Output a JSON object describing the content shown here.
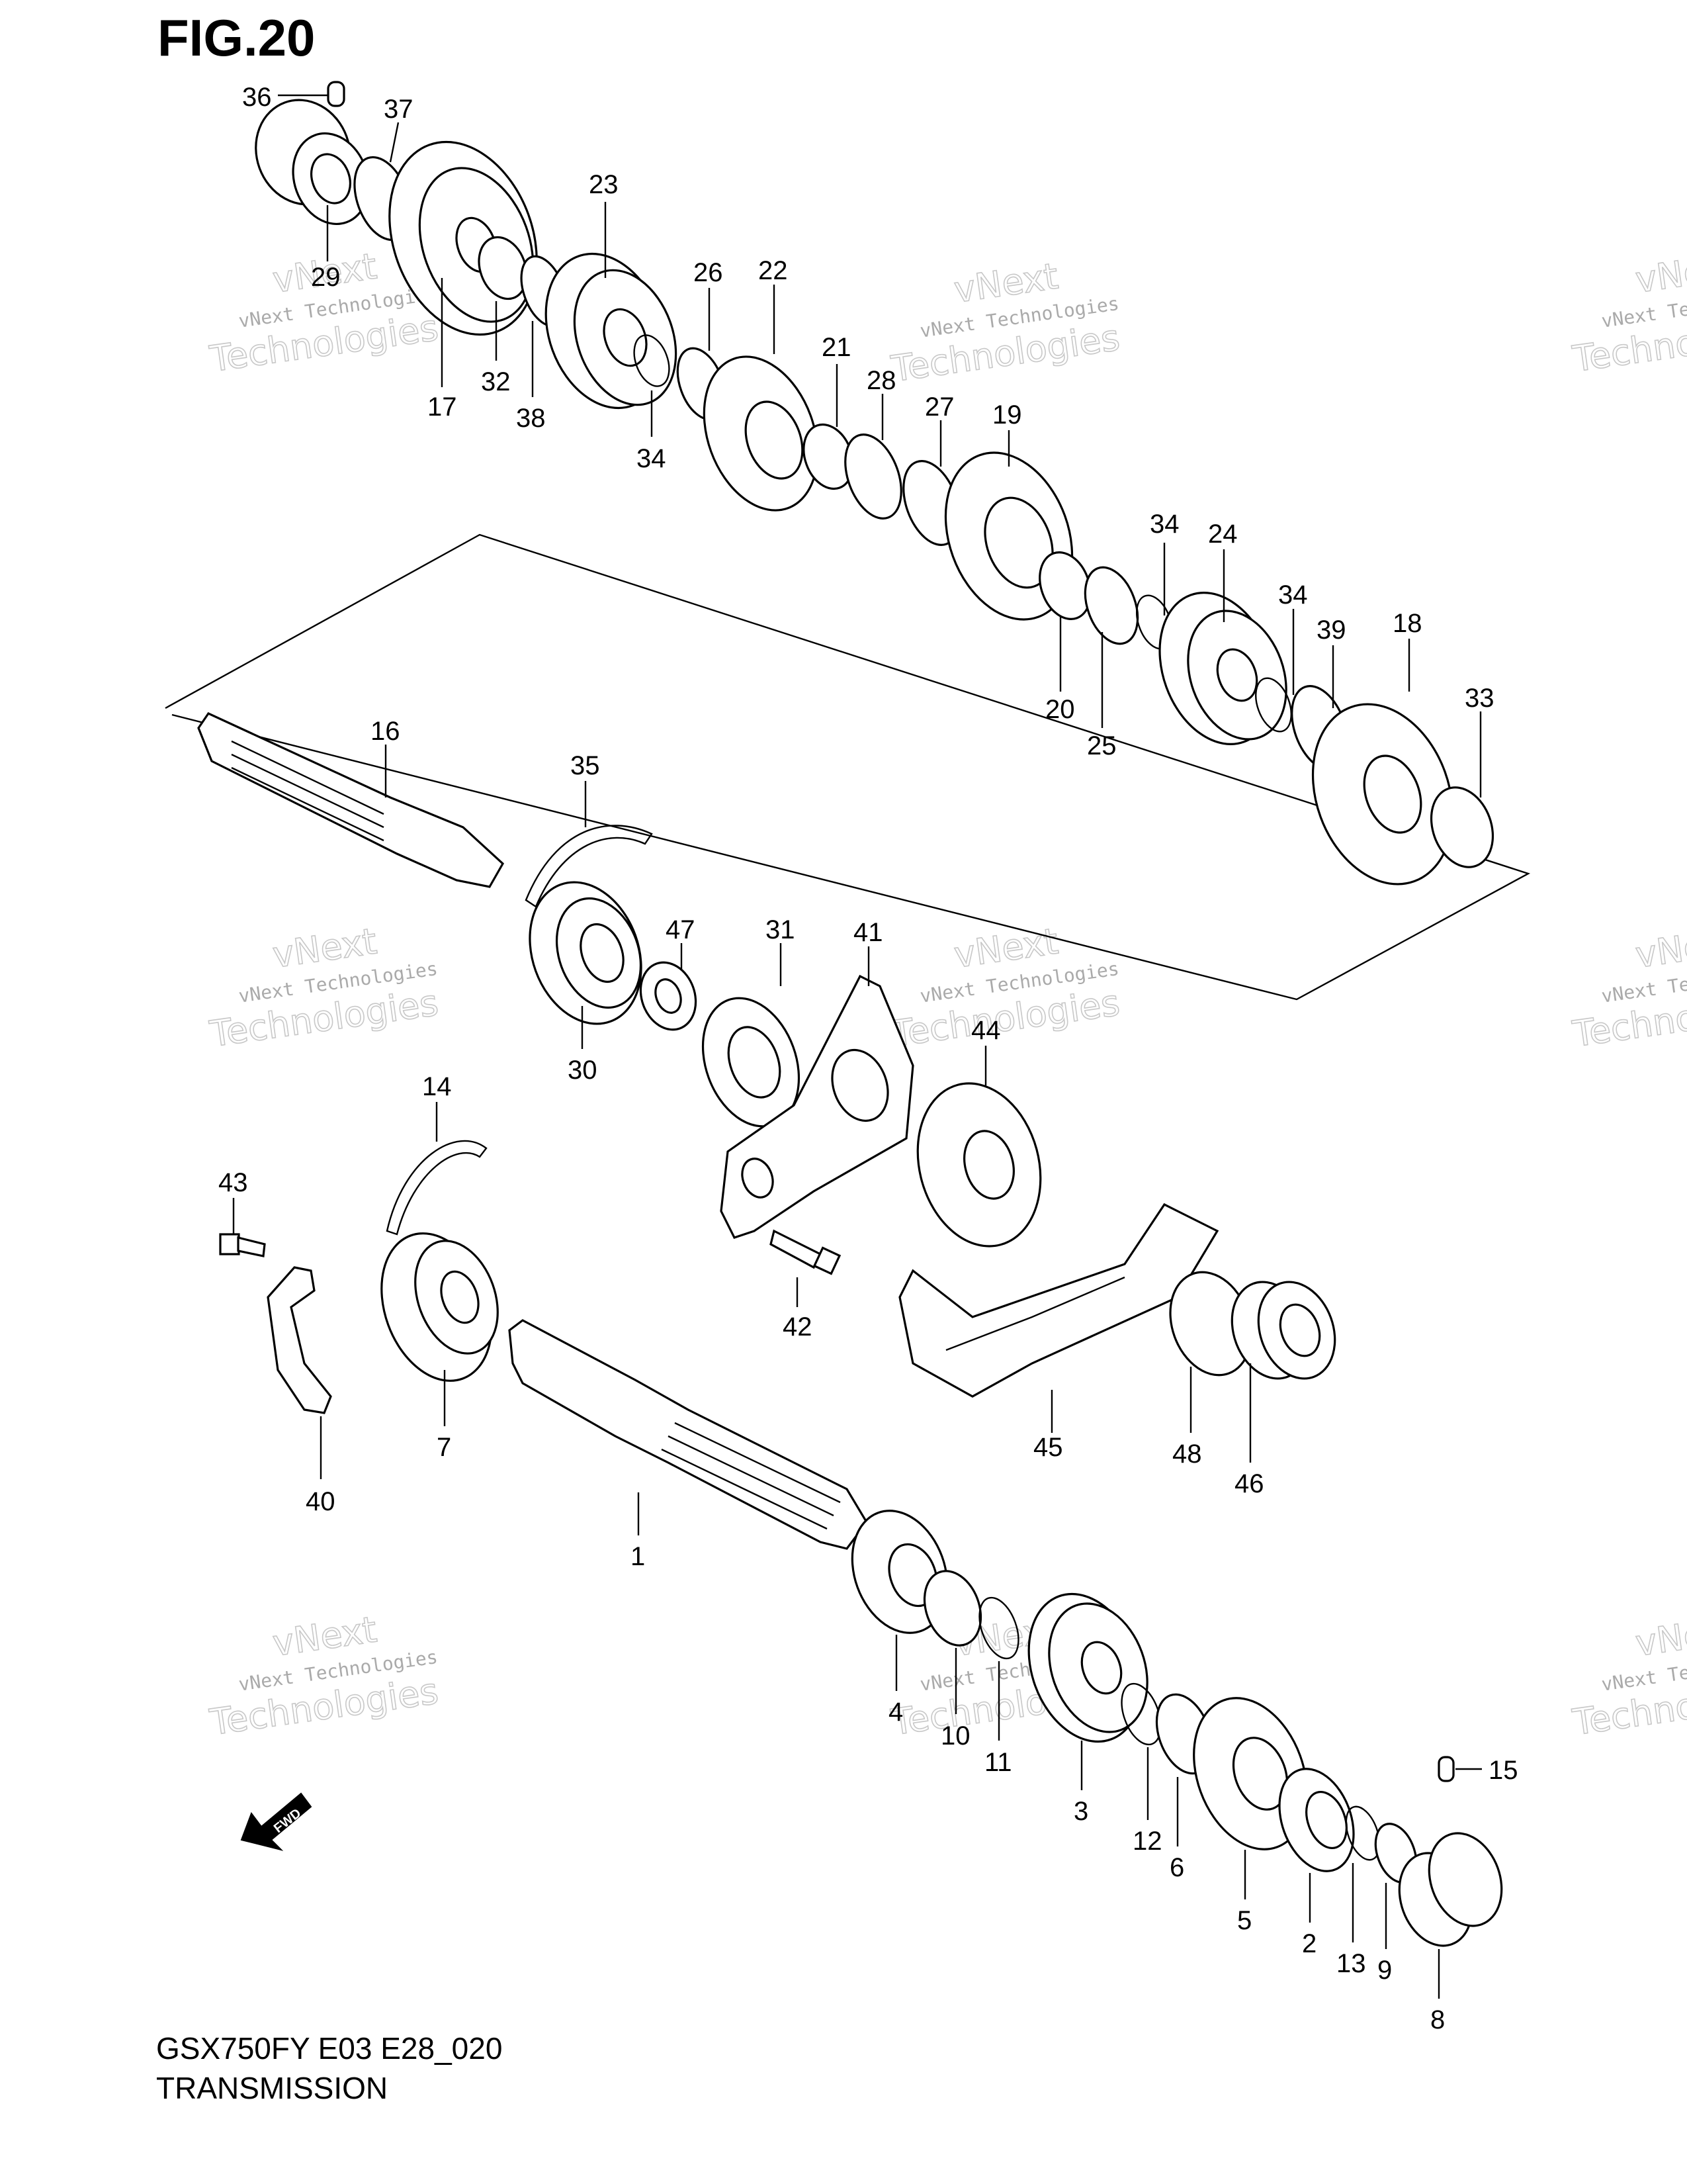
{
  "figure": {
    "title": "FIG.20"
  },
  "footer": {
    "model_code": "GSX750FY E03 E28_020",
    "section": "TRANSMISSION"
  },
  "watermark": {
    "line1": "vNext Technologies",
    "line2": "vNext",
    "line3": "Technologies"
  },
  "fwd_arrow": {
    "label": "FWD"
  },
  "callouts": [
    "1",
    "2",
    "3",
    "4",
    "5",
    "6",
    "7",
    "8",
    "9",
    "10",
    "11",
    "12",
    "13",
    "14",
    "15",
    "16",
    "17",
    "18",
    "19",
    "20",
    "21",
    "22",
    "23",
    "24",
    "25",
    "26",
    "27",
    "28",
    "29",
    "30",
    "31",
    "32",
    "33",
    "34",
    "35",
    "36",
    "37",
    "38",
    "39",
    "40",
    "41",
    "42",
    "43",
    "44",
    "45",
    "46",
    "47",
    "48"
  ],
  "callout_repeats": {
    "34": 3
  }
}
